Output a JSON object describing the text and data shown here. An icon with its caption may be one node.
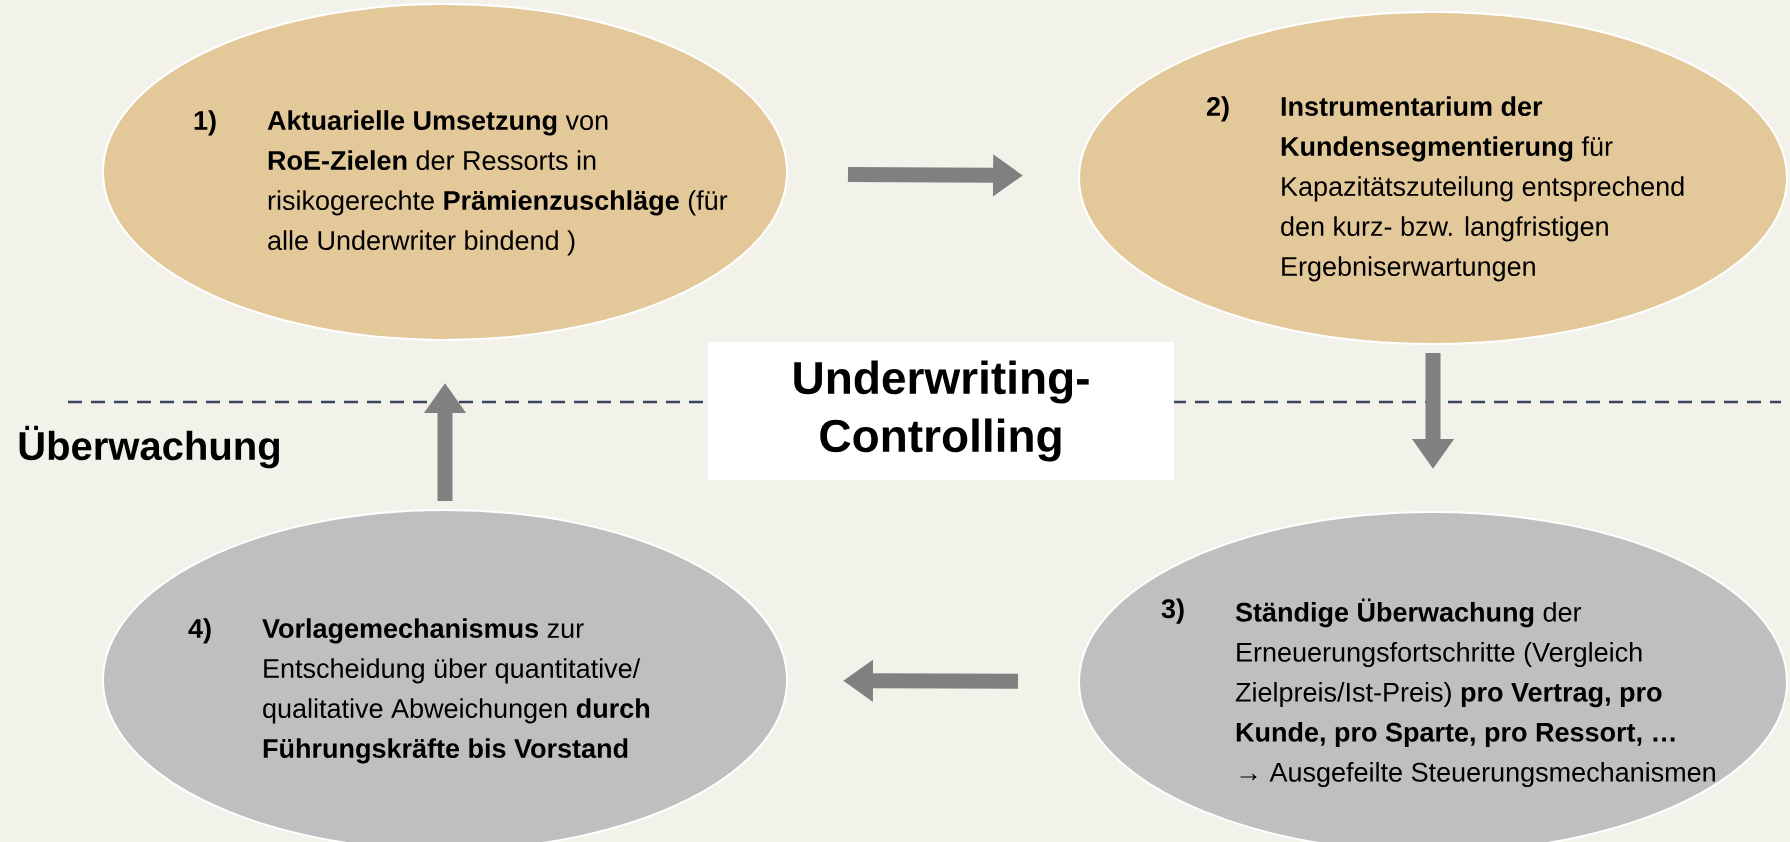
{
  "diagram": {
    "nodes": [
      {
        "text": [
          "1)",
          "**Aktuarielle Umsetzung** von **RoE-Zielen** der Ressorts in risikogerechte **Prämienzuschläge** (für alle Underwriter bindend )"
        ]
      },
      {
        "text": [
          "2)",
          "**Instrumentarium der Kundensegmentierung** für Kapazitätszuteilung entsprechend den kurz- bzw. langfristigen Ergebniserwartungen"
        ]
      },
      {
        "text": [
          "3)",
          "**Ständige Überwachung** der Erneuerungsfortschritte (Vergleich Zielpreis/Ist-Preis) **pro Vertrag, pro Kunde, pro Sparte, pro Ressort, …**",
          "→ Ausgefeilte Steuerungsmechanismen"
        ]
      },
      {
        "text": [
          "4)",
          "**Vorlagemechanismus** zur Entscheidung über quantitative/ qualitative Abweichungen **durch Führungskräfte bis Vorstand**"
        ]
      },
      {
        "text": [
          "Underwriting- Controlling"
        ]
      }
    ],
    "edges": [
      {
        "from": 0,
        "to": 1,
        "arrow": "to"
      },
      {
        "from": 1,
        "to": 2,
        "arrow": "to"
      },
      {
        "from": 2,
        "to": 3,
        "arrow": "to"
      },
      {
        "from": 3,
        "to": 0,
        "arrow": "to"
      }
    ],
    "labels": [
      "Überwachung"
    ]
  }
}
